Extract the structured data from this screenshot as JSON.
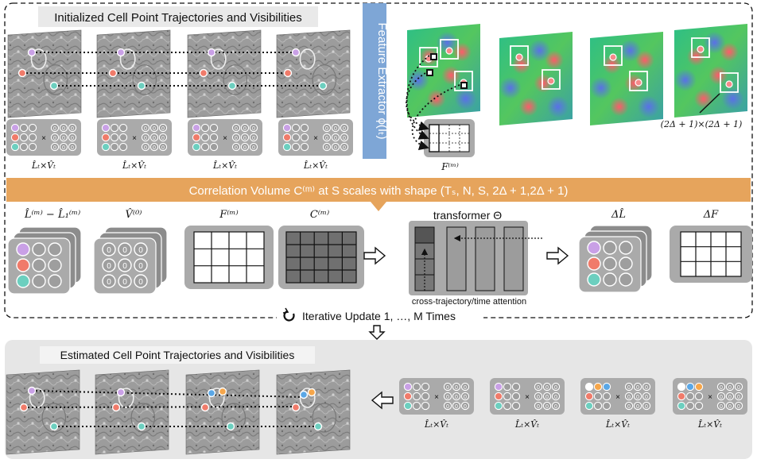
{
  "top_title": "Initialized Cell Point Trajectories and Visibilities",
  "feature_extractor": "Feature Extractor ϕ(Iₜ)",
  "feature_label": "F⁽ᵐ⁾",
  "window_label": "(2Δ + 1)×(2Δ + 1)",
  "lv_label": "L̂ₜ×V̂ₜ",
  "correlation_text": "Correlation Volume C⁽ᵐ⁾ at S scales with shape (Tₛ, N, S, 2Δ + 1,2Δ + 1)",
  "stack_labels": {
    "l_diff": "L̂⁽ᵐ⁾ − L̂₁⁽ᵐ⁾",
    "v0": "V̂⁽⁰⁾",
    "f": "F⁽ᵐ⁾",
    "c": "C⁽ᵐ⁾",
    "transformer": "transformer Θ",
    "delta_l": "ΔL̂",
    "delta_f": "ΔF"
  },
  "attention_label": "cross-trajectory/time attention",
  "iterative_label": "Iterative Update 1, …, M Times",
  "bottom_title": "Estimated Cell Point Trajectories and Visibilities",
  "vis_value": "0",
  "colors": {
    "purple": "#c9a0e6",
    "red": "#f07b6a",
    "teal": "#6ccfbf",
    "orange": "#f6a64a",
    "blue": "#5aa7e6",
    "orange_bar": "#e6a45c",
    "blue_bar": "#7ea6d6"
  }
}
